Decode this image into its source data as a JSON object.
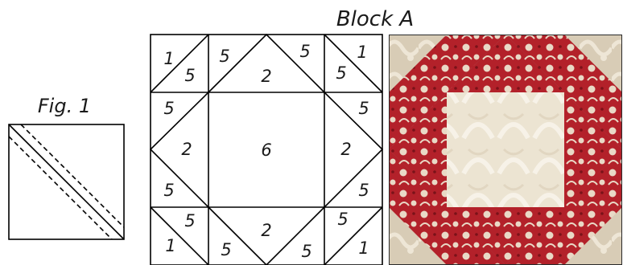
{
  "title": "Block A",
  "figure_label": "Fig. 1",
  "diagram": {
    "corner_top_left": [
      "1",
      "5",
      "5"
    ],
    "corner_top_right": [
      "5",
      "1",
      "5"
    ],
    "corner_bottom_left": [
      "5",
      "1",
      "5"
    ],
    "corner_bottom_right": [
      "5",
      "5",
      "1"
    ],
    "edge_top": [
      "2"
    ],
    "edge_bottom": [
      "2"
    ],
    "edge_left": [
      "5",
      "2",
      "5"
    ],
    "edge_right": [
      "5",
      "2",
      "5"
    ],
    "center": "6"
  },
  "colors": {
    "line": "#000000",
    "fabric_red": "#b3212a",
    "fabric_gray": "#8c8a84",
    "fabric_cream": "#ece4d2",
    "fabric_tan": "#d8ccb6"
  }
}
